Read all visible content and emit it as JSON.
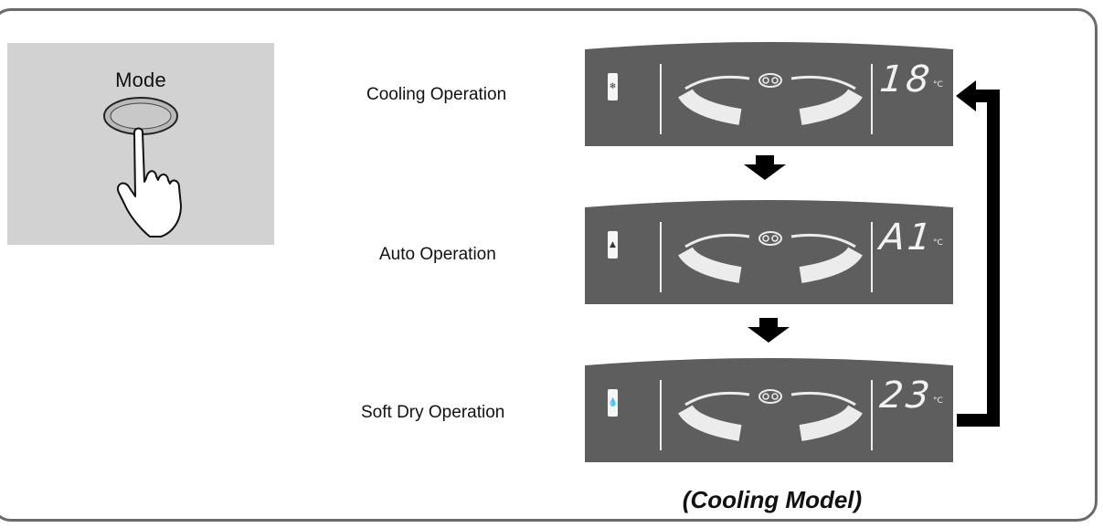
{
  "mode_button": {
    "label": "Mode"
  },
  "operations": [
    {
      "label": "Cooling Operation",
      "temp": "18",
      "unit": "°C",
      "icon": "snowflake-icon"
    },
    {
      "label": "Auto Operation",
      "temp": "A1",
      "unit": "°C",
      "icon": "auto-triangle-icon"
    },
    {
      "label": "Soft Dry Operation",
      "temp": "23",
      "unit": "°C",
      "icon": "droplet-icon"
    }
  ],
  "caption": "(Cooling Model)",
  "colors": {
    "display": "#5e5e5e",
    "segment": "#ececec",
    "panel": "#d2d2d2",
    "frame": "#6a6a6a",
    "arrow": "#000000"
  }
}
